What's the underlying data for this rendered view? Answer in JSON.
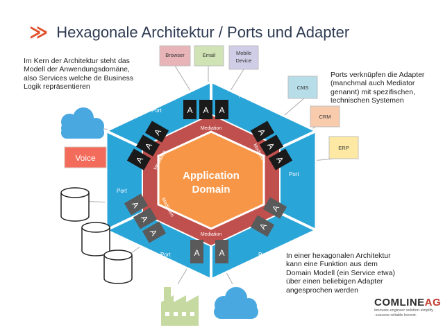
{
  "header": {
    "chevron": "≫",
    "title": "Hexagonale Architektur / Ports und Adapter"
  },
  "notes": {
    "core": "Im Kern der Architektur steht das\nModell der Anwendungsdomäne,\nalso Services welche de Business\nLogik repräsentieren",
    "ports": "Ports verknüpfen die Adapter\n(manchmal auch Mediator\ngenannt) mit spezifischen,\ntechnischen Systemen",
    "hexagonal": "In einer hexagonalen Architektur\nkann eine Funktion aus dem\nDomain Modell (ein Service etwa)\nüber einen beliebigen Adapter\nangesprochen werden"
  },
  "center": {
    "line1": "Application",
    "line2": "Domain"
  },
  "ring": {
    "port_label": "Port",
    "mediation_label": "Mediation",
    "adapter_label": "A"
  },
  "systems": {
    "browser": "Browser",
    "email": "Email",
    "mobile_line1": "Mobile",
    "mobile_line2": "Device",
    "cms": "CMS",
    "crm": "CRM",
    "erp": "ERP",
    "voice": "Voice"
  },
  "brand": {
    "name_main": "COMLINE",
    "name_accent": "AG",
    "tagline_1": "innovate·engineer·solution·simplify",
    "tagline_2": "·success·reliable·honest·"
  },
  "colors": {
    "accent": "#e0502a",
    "title": "#2d3a52",
    "hex_outer": "#2aa5d8",
    "hex_mediation": "#c0504d",
    "hex_core": "#f79646",
    "adapter_dark": "#1a1a1a",
    "adapter_grey": "#5a5a5a",
    "browser": "#e8b4b8",
    "email": "#d0e3b4",
    "mobile": "#d0cde6",
    "cms": "#b6dde8",
    "crm": "#f8cbad",
    "erp": "#fde9a4",
    "voice": "#f36b5a",
    "cloud": "#4aa8e0",
    "database": "#ffffff"
  }
}
